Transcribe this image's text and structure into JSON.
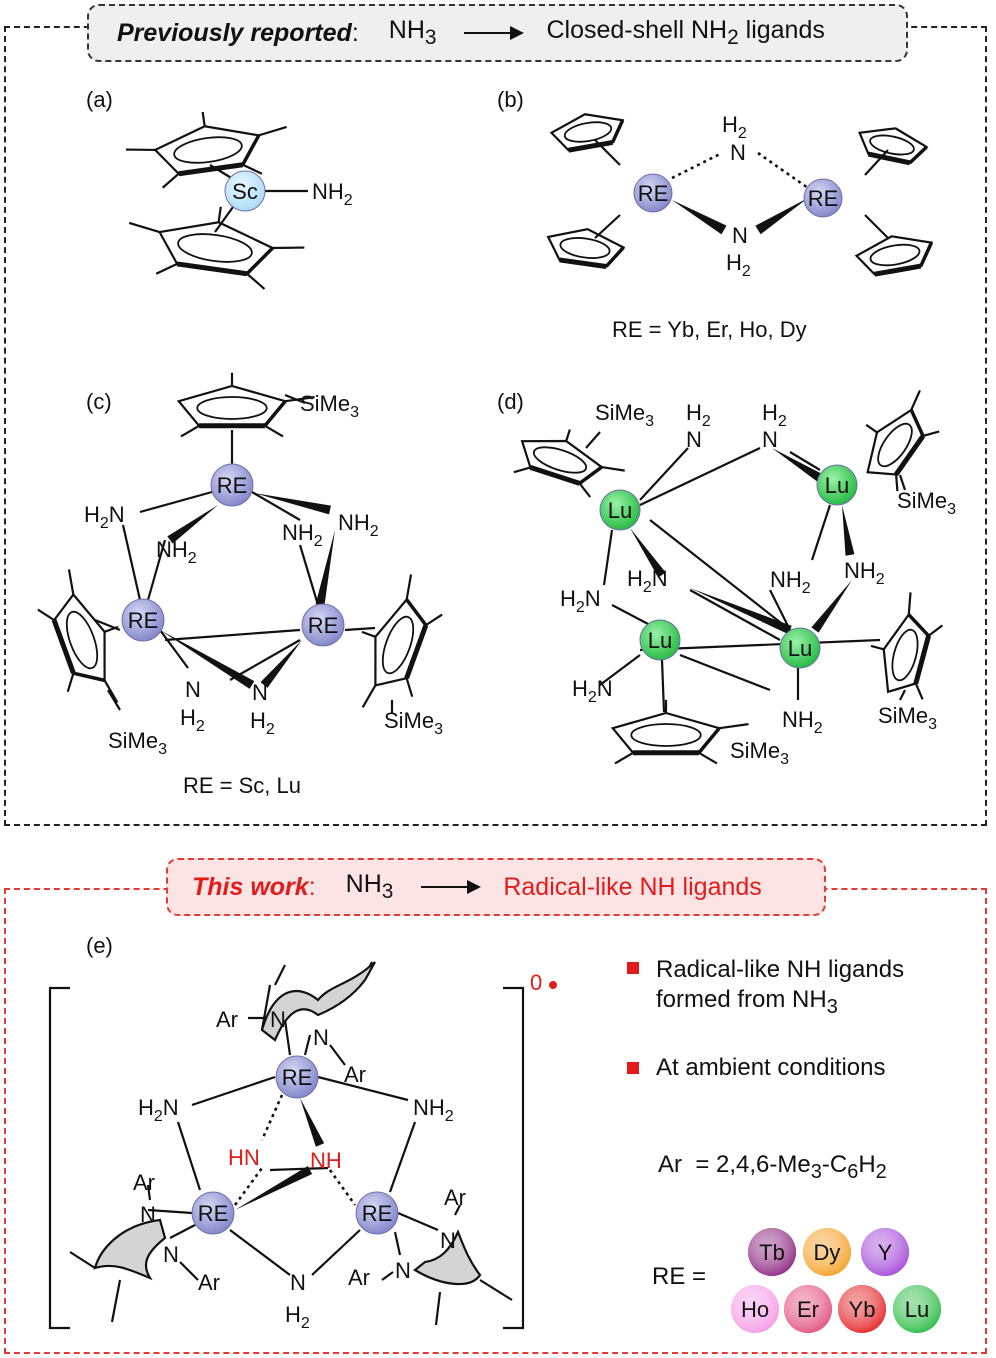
{
  "banner_top": {
    "emph": "Previously reported",
    "sep": ":",
    "reactant": "NH",
    "reactant_sub": "3",
    "product_pre": "Closed-shell NH",
    "product_sub": "2",
    "product_post": " ligands"
  },
  "banner_bottom": {
    "emph": "This work",
    "sep": ":",
    "reactant": "NH",
    "reactant_sub": "3",
    "product": "Radical-like NH ligands"
  },
  "panels": {
    "a": "(a)",
    "b": "(b)",
    "c": "(c)",
    "d": "(d)",
    "e": "(e)"
  },
  "labels": {
    "sc": "Sc",
    "re": "RE",
    "lu": "Lu",
    "nh2": "NH",
    "h2n": "H",
    "n": "N",
    "h2": "H",
    "sub2": "2",
    "sime3": "SiMe",
    "sub3": "3",
    "ar": "Ar",
    "hn_radical": "HN",
    "nh_radical": "NH",
    "charge": "0"
  },
  "captions": {
    "b": "RE = Yb, Er, Ho, Dy",
    "c": "RE = Sc, Lu"
  },
  "bullets": {
    "b1_line1": "Radical-like NH ligands",
    "b1_line2": "formed from NH",
    "b1_sub": "3",
    "b2": "At ambient conditions"
  },
  "ar_def": {
    "label": "Ar",
    "eq": "= 2,4,6-Me",
    "sub1": "3",
    "mid": "-C",
    "sub2": "6",
    "h": "H",
    "sub3": "2"
  },
  "re_legend": {
    "label": "RE =",
    "elements": [
      {
        "symbol": "Tb",
        "color": "#8e2a82"
      },
      {
        "symbol": "Dy",
        "color": "#f5a12a"
      },
      {
        "symbol": "Y",
        "color": "#a64bd8"
      },
      {
        "symbol": "Ho",
        "color": "#f59be6"
      },
      {
        "symbol": "Er",
        "color": "#e2527f"
      },
      {
        "symbol": "Yb",
        "color": "#e5282a"
      },
      {
        "symbol": "Lu",
        "color": "#2fbd48"
      }
    ]
  },
  "colors": {
    "sc_atom": "#a9dbf5",
    "re_atom": "#8c8fd0",
    "lu_atom": "#2fc94b",
    "accent_red": "#e21b1b"
  }
}
